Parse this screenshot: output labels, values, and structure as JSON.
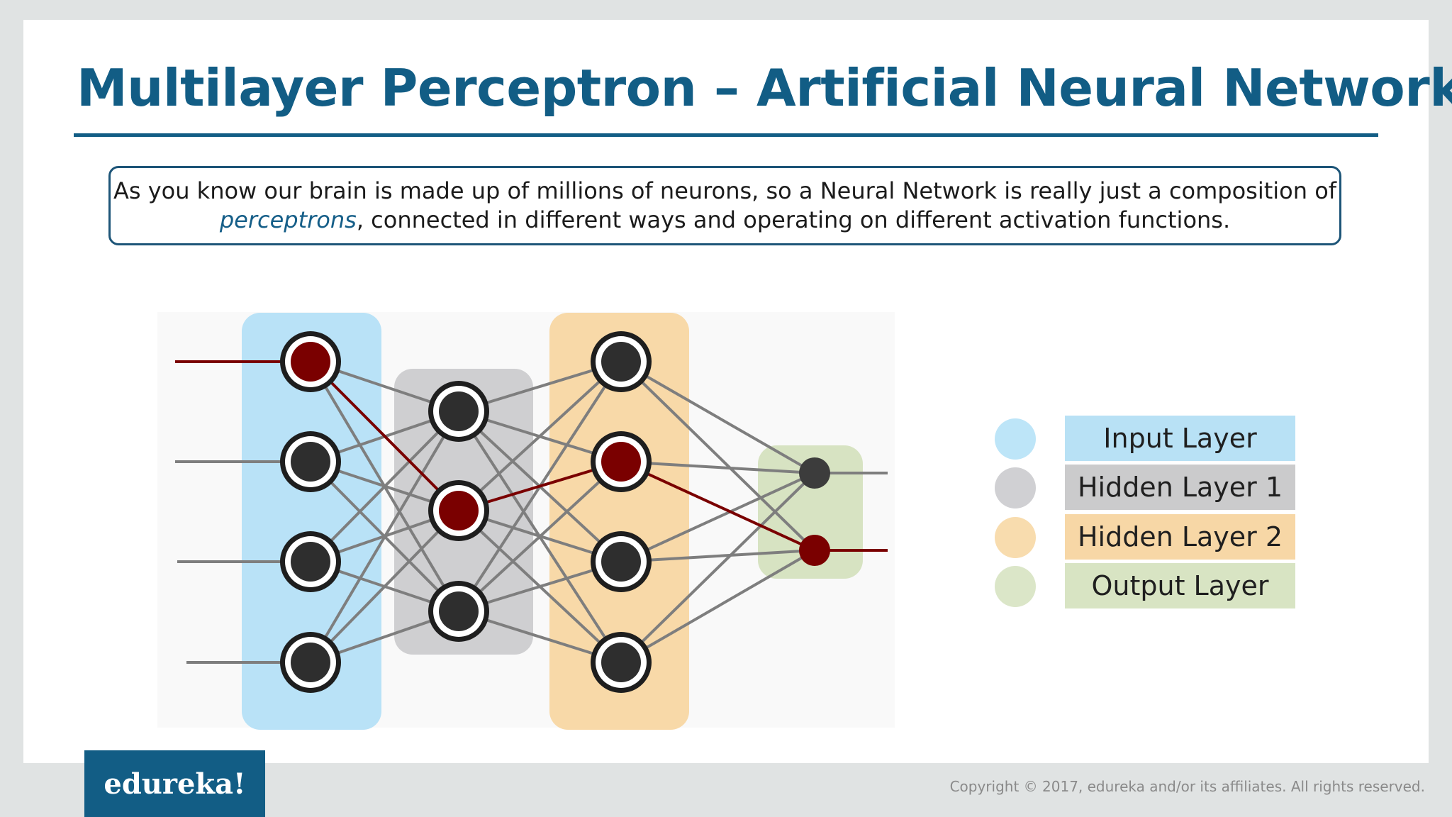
{
  "slide": {
    "title": "Multilayer Perceptron – Artificial Neural Network",
    "intro": {
      "line1": "As you know our brain is made up of millions of neurons, so a Neural Network is really just a composition of",
      "emphasis": "perceptrons",
      "line2_rest": ", connected in different ways and operating on different activation functions."
    }
  },
  "legend": [
    {
      "label": "Input Layer",
      "dot_color": "#bde5f8",
      "bg_color": "#b8e1f5"
    },
    {
      "label": "Hidden Layer 1",
      "dot_color": "#d0d0d3",
      "bg_color": "#cbcbcc"
    },
    {
      "label": "Hidden Layer 2",
      "dot_color": "#f8dcae",
      "bg_color": "#f7d7a6"
    },
    {
      "label": "Output Layer",
      "dot_color": "#dbe6c8",
      "bg_color": "#d8e4c3"
    }
  ],
  "network": {
    "layers": [
      {
        "name": "input",
        "neurons": 4,
        "highlighted": [
          0
        ]
      },
      {
        "name": "hidden1",
        "neurons": 3,
        "highlighted": [
          1
        ]
      },
      {
        "name": "hidden2",
        "neurons": 4,
        "highlighted": [
          1
        ]
      },
      {
        "name": "output",
        "neurons": 2,
        "highlighted": [
          1
        ]
      }
    ],
    "colors": {
      "input_band": "#b9e2f7",
      "hidden1_band": "#cfcfd1",
      "hidden2_band": "#f8d9a8",
      "output_band": "#d7e3c2",
      "edge": "#7e7e7e",
      "highlight": "#7a0000",
      "neuron_core": "#2e2e2e",
      "neuron_ring": "#1e1e1e"
    }
  },
  "footer": {
    "logo": "edureka!",
    "copyright": "Copyright © 2017, edureka and/or its affiliates. All rights reserved."
  }
}
